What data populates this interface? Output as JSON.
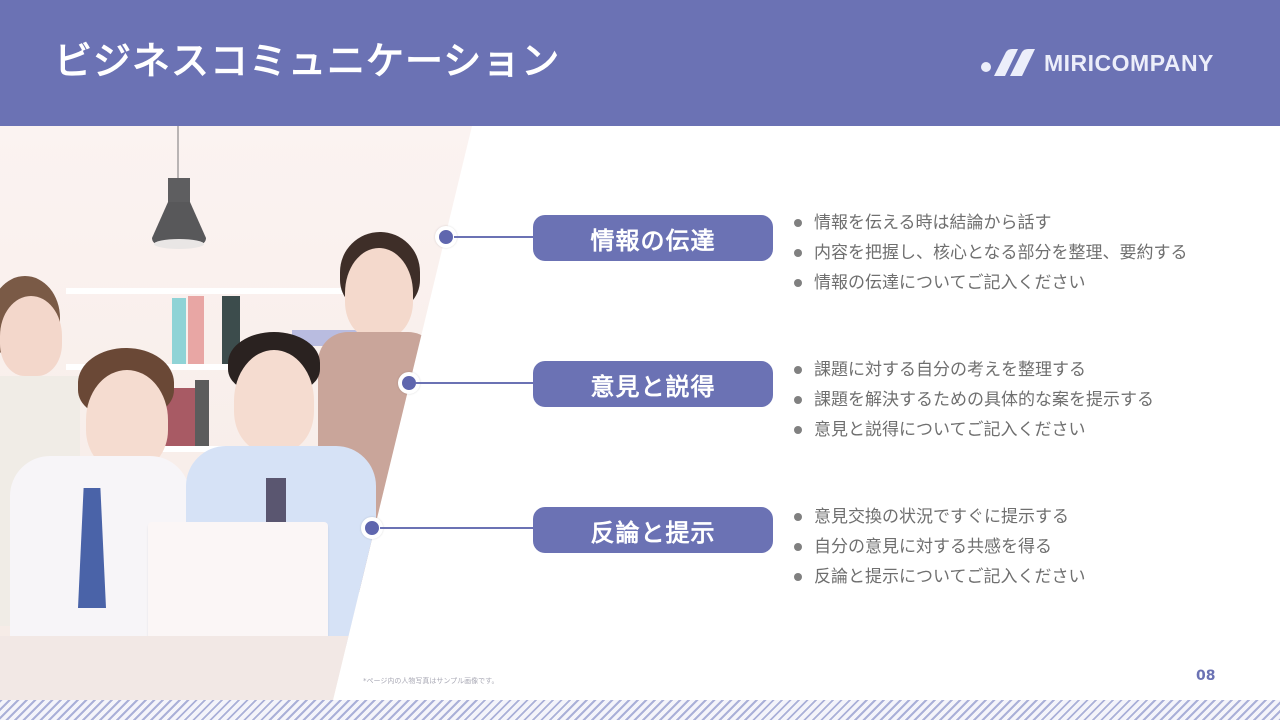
{
  "header": {
    "title": "ビジネスコミュニケーション",
    "logo_text": "MIRICOMPANY",
    "background_color": "#6b72b4"
  },
  "sections": [
    {
      "label": "情報の伝達",
      "bullets": [
        "情報を伝える時は結論から話す",
        "内容を把握し、核心となる部分を整理、要約する",
        "情報の伝達についてご記入ください"
      ]
    },
    {
      "label": "意見と説得",
      "bullets": [
        "課題に対する自分の考えを整理する",
        "課題を解決するための具体的な案を提示する",
        "意見と説得についてご記入ください"
      ]
    },
    {
      "label": "反論と提示",
      "bullets": [
        "意見交換の状況ですぐに提示する",
        "自分の意見に対する共感を得る",
        "反論と提示についてご記入ください"
      ]
    }
  ],
  "footer": {
    "footnote": "*ページ内の人物写真はサンプル画像です。",
    "page_number": "08"
  },
  "colors": {
    "accent": "#6b72b4",
    "node": "#5f66ae",
    "bullet_text": "#6f6f6f"
  }
}
